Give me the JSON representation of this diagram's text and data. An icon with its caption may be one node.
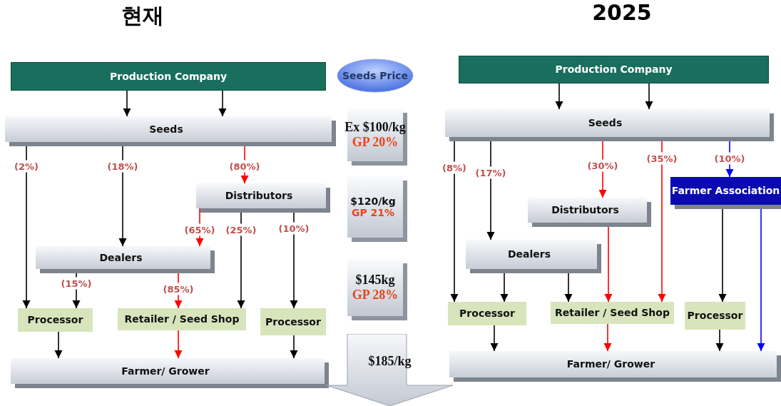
{
  "diagram": {
    "nodes": [
      {
        "text": [
          "Production Company"
        ]
      },
      {
        "text": [
          "Seeds"
        ]
      },
      {
        "text": [
          "Distributors"
        ]
      },
      {
        "text": [
          "Dealers"
        ]
      },
      {
        "text": [
          "Processor"
        ]
      },
      {
        "text": [
          "Retailer / Seed Shop"
        ]
      },
      {
        "text": [
          "Processor"
        ]
      },
      {
        "text": [
          "Farmer/ Grower"
        ]
      },
      {
        "text": [
          "Seeds Price"
        ]
      },
      {
        "text": [
          "Ex $100/kg",
          "GP 20%"
        ]
      },
      {
        "text": [
          "$120/kg",
          "GP 21%"
        ]
      },
      {
        "text": [
          "$145kg",
          "GP 28%"
        ]
      },
      {
        "text": [
          "$185/kg"
        ]
      },
      {
        "text": [
          "Production Company"
        ]
      },
      {
        "text": [
          "Seeds"
        ]
      },
      {
        "text": [
          "Distributors"
        ]
      },
      {
        "text": [
          "Farmer Association"
        ]
      },
      {
        "text": [
          "Dealers"
        ]
      },
      {
        "text": [
          "Processor"
        ]
      },
      {
        "text": [
          "Retailer / Seed Shop"
        ]
      },
      {
        "text": [
          "Processor"
        ]
      },
      {
        "text": [
          "Farmer/ Grower"
        ]
      }
    ],
    "edges": [
      {
        "from": 0,
        "to": 1,
        "arrow": "to"
      },
      {
        "from": 0,
        "to": 1,
        "arrow": "to"
      },
      {
        "from": 1,
        "to": 4,
        "arrow": "to",
        "label": "(2%)"
      },
      {
        "from": 1,
        "to": 3,
        "arrow": "to",
        "label": "(18%)"
      },
      {
        "from": 1,
        "to": 2,
        "arrow": "to",
        "label": "(80%)",
        "color": "#ff0000"
      },
      {
        "from": 2,
        "to": 3,
        "arrow": "to",
        "label": "(65%)",
        "color": "#ff0000"
      },
      {
        "from": 2,
        "to": 5,
        "arrow": "to",
        "label": "(25%)"
      },
      {
        "from": 2,
        "to": 6,
        "arrow": "to",
        "label": "(10%)"
      },
      {
        "from": 3,
        "to": 4,
        "arrow": "to",
        "label": "(15%)"
      },
      {
        "from": 3,
        "to": 5,
        "arrow": "to",
        "label": "(85%)",
        "color": "#ff0000"
      },
      {
        "from": 4,
        "to": 7,
        "arrow": "to"
      },
      {
        "from": 5,
        "to": 7,
        "arrow": "to",
        "color": "#ff0000"
      },
      {
        "from": 6,
        "to": 7,
        "arrow": "to"
      },
      {
        "from": 13,
        "to": 14,
        "arrow": "to"
      },
      {
        "from": 13,
        "to": 14,
        "arrow": "to"
      },
      {
        "from": 14,
        "to": 18,
        "arrow": "to",
        "label": "(8%)"
      },
      {
        "from": 14,
        "to": 17,
        "arrow": "to",
        "label": "(17%)"
      },
      {
        "from": 14,
        "to": 15,
        "arrow": "to",
        "label": "(30%)",
        "color": "#ff0000"
      },
      {
        "from": 14,
        "to": 19,
        "arrow": "to",
        "label": "(35%)",
        "color": "#ff0000"
      },
      {
        "from": 14,
        "to": 16,
        "arrow": "to",
        "label": "(10%)",
        "color": "#0000ff"
      },
      {
        "from": 17,
        "to": 18,
        "arrow": "to"
      },
      {
        "from": 17,
        "to": 19,
        "arrow": "to"
      },
      {
        "from": 15,
        "to": 19,
        "arrow": "to",
        "color": "#ff0000"
      },
      {
        "from": 16,
        "to": 20,
        "arrow": "to"
      },
      {
        "from": 16,
        "to": 21,
        "arrow": "to",
        "color": "#0000ff"
      },
      {
        "from": 18,
        "to": 21,
        "arrow": "to"
      },
      {
        "from": 19,
        "to": 21,
        "arrow": "to",
        "color": "#ff0000"
      },
      {
        "from": 20,
        "to": 21,
        "arrow": "to"
      }
    ],
    "labels": [
      "현재",
      "2025"
    ]
  }
}
